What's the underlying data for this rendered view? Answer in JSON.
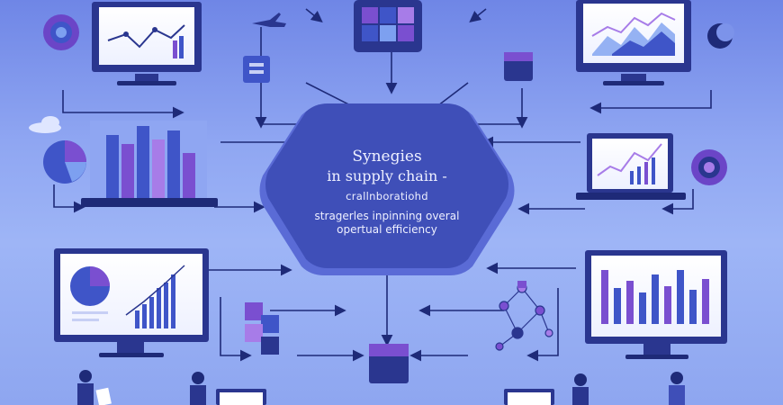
{
  "hub": {
    "line1": "Synegies",
    "line2": "in supply chain -",
    "line3": "crallnboratiohd",
    "line4": "stragerles inpinning overal",
    "line5": "opertual efficiency"
  },
  "colors": {
    "hub_fill": "#3f4fb8",
    "hub_edge": "#5a6bd6",
    "arrow": "#1e2a78",
    "monitor_frame": "#2a368f",
    "bar_purple": "#7a4fd0",
    "bar_blue": "#3f55c8",
    "accent_violet": "#a77ce8"
  },
  "nodes": [
    "monitor-top-left",
    "monitor-top-right",
    "laptop-left",
    "laptop-right",
    "monitor-bottom-left",
    "monitor-bottom-right",
    "cube-cluster-top",
    "cube-top-left-small",
    "cube-top-right-small",
    "cube-bottom-center",
    "cube-stack-bottom-left",
    "network-graph-bottom-right",
    "gear-left",
    "gear-right",
    "airplane",
    "people-bottom"
  ]
}
